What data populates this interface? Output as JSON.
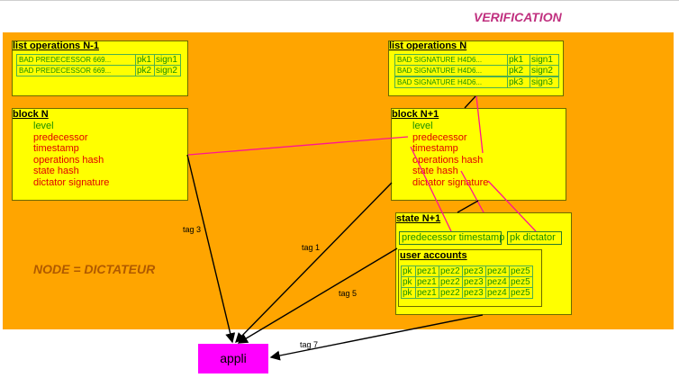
{
  "title": "VERIFICATION",
  "node_label": "NODE = DICTATEUR",
  "appli_label": "appli",
  "ops_prev": {
    "header": "list operations N-1",
    "rows": [
      {
        "text": "BAD PREDECESSOR 669...",
        "pk": "pk1",
        "sign": "sign1"
      },
      {
        "text": "BAD PREDECESSOR 669...",
        "pk": "pk2",
        "sign": "sign2"
      }
    ]
  },
  "ops_n": {
    "header": "list operations N",
    "rows": [
      {
        "text": "BAD SIGNATURE H4D6...",
        "pk": "pk1",
        "sign": "sign1"
      },
      {
        "text": "BAD SIGNATURE H4D6...",
        "pk": "pk2",
        "sign": "sign2"
      },
      {
        "text": "BAD SIGNATURE H4D6...",
        "pk": "pk3",
        "sign": "sign3"
      }
    ]
  },
  "block_n": {
    "header": "block N",
    "fields": [
      "level",
      "predecessor",
      "timestamp",
      "operations hash",
      "state hash",
      "dictator signature"
    ]
  },
  "block_n1": {
    "header": "block N+1",
    "fields": [
      "level",
      "predecessor",
      "timestamp",
      "operations hash",
      "state hash",
      "dictator signature"
    ]
  },
  "state": {
    "header": "state N+1",
    "predecessor_timestamp": "predecessor timestamp",
    "pk_dictator": "pk dictator",
    "accounts_header": "user accounts",
    "accounts": [
      {
        "pk": "pk",
        "pez": [
          "pez1",
          "pez2",
          "pez3",
          "pez4",
          "pez5"
        ]
      },
      {
        "pk": "pk",
        "pez": [
          "pez1",
          "pez2",
          "pez3",
          "pez4",
          "pez5"
        ]
      },
      {
        "pk": "pk",
        "pez": [
          "pez1",
          "pez2",
          "pez3",
          "pez4",
          "pez5"
        ]
      }
    ]
  },
  "tags": [
    "tag 1",
    "tag 3",
    "tag 5",
    "tag 7"
  ],
  "colors": {
    "background": "#ffa500",
    "box": "#ffff00",
    "link": "#ff1493",
    "appli": "#ff00ff",
    "title": "#c0307f"
  }
}
